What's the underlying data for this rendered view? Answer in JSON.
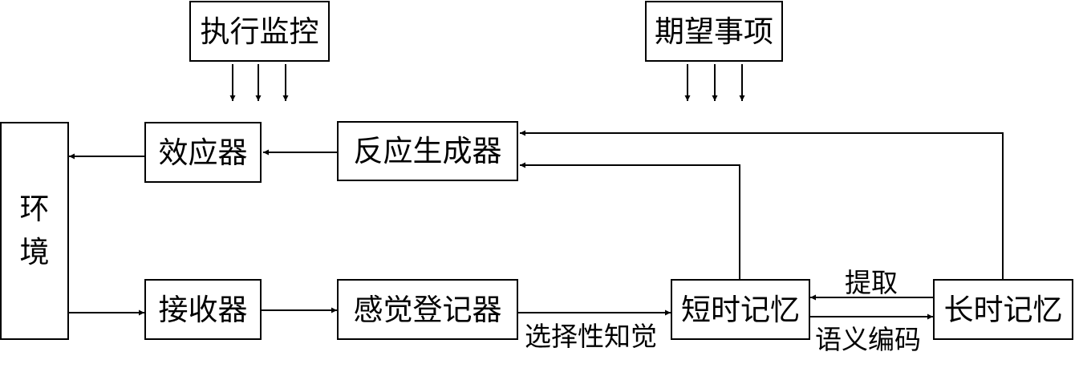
{
  "nodes": {
    "environment": {
      "char1": "环",
      "char2": "境"
    },
    "effector": "效应器",
    "response_generator": "反应生成器",
    "executive_control": "执行监控",
    "expectations": "期望事项",
    "receptor": "接收器",
    "sensory_register": "感觉登记器",
    "short_term_memory": "短时记忆",
    "long_term_memory": "长时记忆"
  },
  "edges": {
    "selective_perception": "选择性知觉",
    "retrieval": "提取",
    "semantic_encoding": "语义编码"
  }
}
